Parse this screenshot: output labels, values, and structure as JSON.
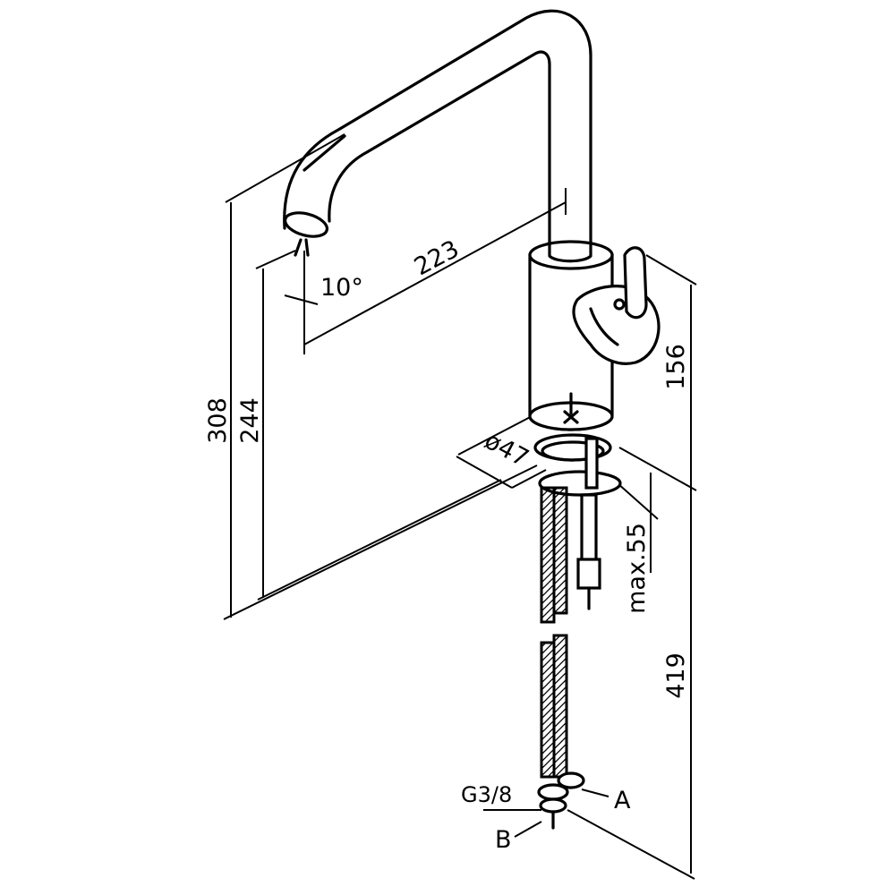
{
  "dimensions": {
    "total_height": "308",
    "spout_height": "244",
    "spout_reach": "223",
    "spout_angle": "10°",
    "body_height": "156",
    "base_diameter": "ø47",
    "max_deck_thickness": "max.55",
    "hose_length": "419"
  },
  "callouts": {
    "connection_thread": "G3/8",
    "label_a": "A",
    "label_b": "B"
  }
}
